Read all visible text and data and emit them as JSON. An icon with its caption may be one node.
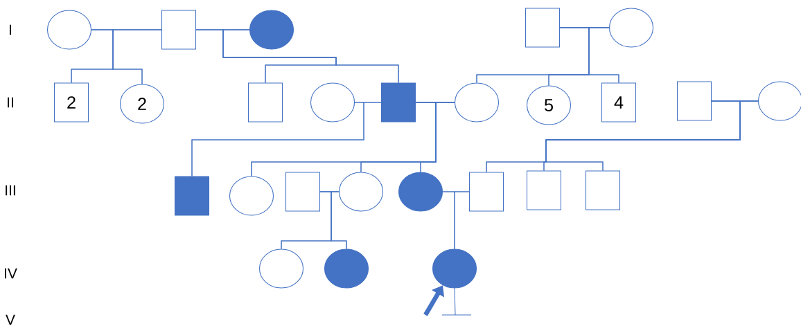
{
  "diagram": {
    "nodes": [
      {
        "text": [],
        "shape": "circle"
      },
      {
        "text": [],
        "shape": "box"
      },
      {
        "text": [],
        "shape": "circle"
      },
      {
        "text": [],
        "shape": "box"
      },
      {
        "text": [],
        "shape": "circle"
      },
      {
        "text": [
          "2"
        ]
      },
      {
        "text": [
          "2"
        ]
      },
      {
        "text": [],
        "shape": "box"
      },
      {
        "text": [],
        "shape": "circle"
      },
      {
        "text": [],
        "shape": "box"
      },
      {
        "text": [],
        "shape": "circle"
      },
      {
        "text": [
          "5"
        ]
      },
      {
        "text": [
          "4"
        ]
      },
      {
        "text": [],
        "shape": "box"
      },
      {
        "text": [],
        "shape": "circle"
      },
      {
        "text": [],
        "shape": "box"
      },
      {
        "text": [],
        "shape": "circle"
      },
      {
        "text": [],
        "shape": "box"
      },
      {
        "text": [],
        "shape": "circle"
      },
      {
        "text": [],
        "shape": "circle"
      },
      {
        "text": [],
        "shape": "box"
      },
      {
        "text": [],
        "shape": "box"
      },
      {
        "text": [],
        "shape": "box"
      },
      {
        "text": [],
        "shape": "circle"
      },
      {
        "text": [],
        "shape": "circle"
      },
      {
        "text": [],
        "shape": "circle"
      }
    ],
    "edges": [
      {
        "from": 0,
        "to": 1,
        "arrow": "none"
      },
      {
        "from": 0,
        "to": 5,
        "arrow": "none"
      },
      {
        "from": 0,
        "to": 6,
        "arrow": "none"
      },
      {
        "from": 1,
        "to": 5,
        "arrow": "none"
      },
      {
        "from": 1,
        "to": 6,
        "arrow": "none"
      },
      {
        "from": 1,
        "to": 2,
        "arrow": "none"
      },
      {
        "from": 1,
        "to": 7,
        "arrow": "none"
      },
      {
        "from": 1,
        "to": 9,
        "arrow": "none"
      },
      {
        "from": 2,
        "to": 7,
        "arrow": "none"
      },
      {
        "from": 2,
        "to": 9,
        "arrow": "none"
      },
      {
        "from": 3,
        "to": 4,
        "arrow": "none"
      },
      {
        "from": 3,
        "to": 10,
        "arrow": "none"
      },
      {
        "from": 3,
        "to": 11,
        "arrow": "none"
      },
      {
        "from": 3,
        "to": 12,
        "arrow": "none"
      },
      {
        "from": 4,
        "to": 10,
        "arrow": "none"
      },
      {
        "from": 4,
        "to": 11,
        "arrow": "none"
      },
      {
        "from": 4,
        "to": 12,
        "arrow": "none"
      },
      {
        "from": 8,
        "to": 9,
        "arrow": "none"
      },
      {
        "from": 8,
        "to": 15,
        "arrow": "none"
      },
      {
        "from": 9,
        "to": 15,
        "arrow": "none"
      },
      {
        "from": 9,
        "to": 10,
        "arrow": "none"
      },
      {
        "from": 9,
        "to": 16,
        "arrow": "none"
      },
      {
        "from": 9,
        "to": 18,
        "arrow": "none"
      },
      {
        "from": 9,
        "to": 19,
        "arrow": "none"
      },
      {
        "from": 10,
        "to": 16,
        "arrow": "none"
      },
      {
        "from": 10,
        "to": 18,
        "arrow": "none"
      },
      {
        "from": 10,
        "to": 19,
        "arrow": "none"
      },
      {
        "from": 13,
        "to": 14,
        "arrow": "none"
      },
      {
        "from": 13,
        "to": 20,
        "arrow": "none"
      },
      {
        "from": 13,
        "to": 21,
        "arrow": "none"
      },
      {
        "from": 13,
        "to": 22,
        "arrow": "none"
      },
      {
        "from": 14,
        "to": 20,
        "arrow": "none"
      },
      {
        "from": 14,
        "to": 21,
        "arrow": "none"
      },
      {
        "from": 14,
        "to": 22,
        "arrow": "none"
      },
      {
        "from": 17,
        "to": 18,
        "arrow": "none"
      },
      {
        "from": 17,
        "to": 23,
        "arrow": "none"
      },
      {
        "from": 17,
        "to": 24,
        "arrow": "none"
      },
      {
        "from": 18,
        "to": 23,
        "arrow": "none"
      },
      {
        "from": 18,
        "to": 24,
        "arrow": "none"
      },
      {
        "from": 19,
        "to": 20,
        "arrow": "none"
      },
      {
        "from": 19,
        "to": 25,
        "arrow": "none"
      },
      {
        "from": 20,
        "to": 25,
        "arrow": "none"
      },
      {
        "from": null,
        "to": 25,
        "arrow": "to",
        "style": "thick"
      }
    ],
    "labels": [
      "I",
      "II",
      "III",
      "IV",
      "V"
    ]
  }
}
